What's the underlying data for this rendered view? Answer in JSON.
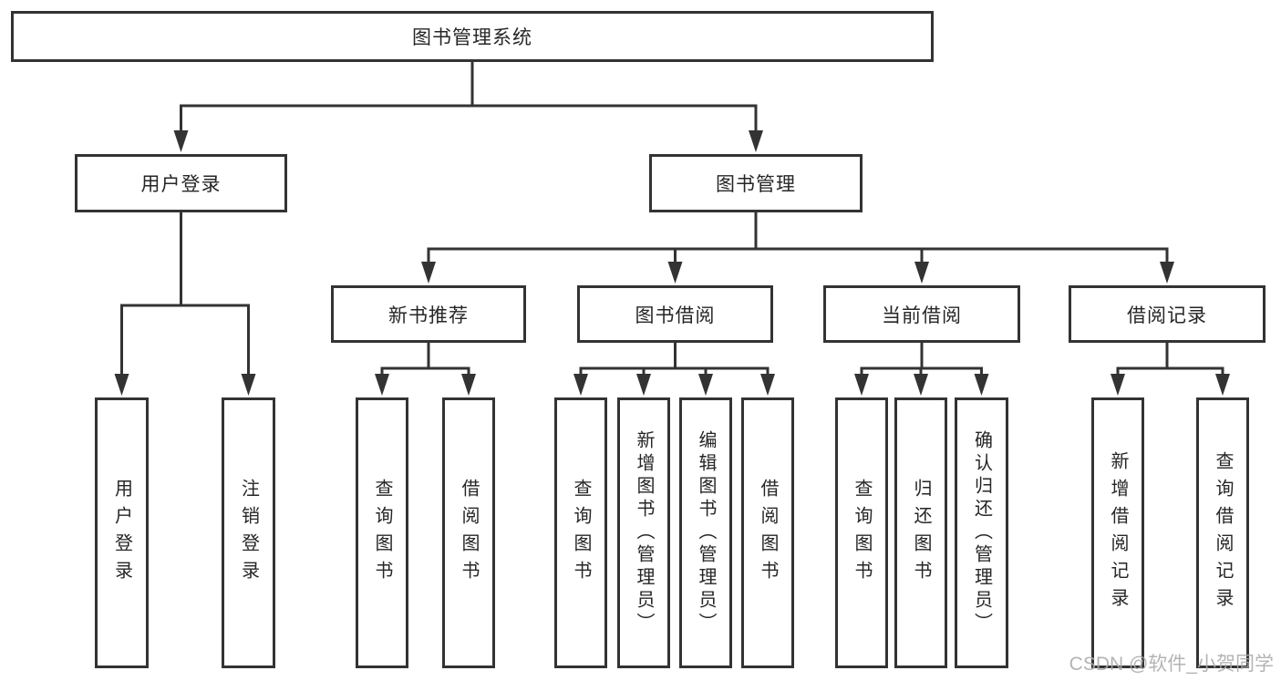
{
  "colors": {
    "line": "#333333",
    "text": "#262626",
    "watermark": "#aaaaaa",
    "background": "#ffffff"
  },
  "tree": {
    "root": {
      "label": "图书管理系统",
      "children": [
        {
          "label": "用户登录",
          "children": [
            {
              "label": "用户登录"
            },
            {
              "label": "注销登录"
            }
          ]
        },
        {
          "label": "图书管理",
          "children": [
            {
              "label": "新书推荐",
              "children": [
                {
                  "label": "查询图书"
                },
                {
                  "label": "借阅图书"
                }
              ]
            },
            {
              "label": "图书借阅",
              "children": [
                {
                  "label": "查询图书"
                },
                {
                  "label": "新增图书（管理员）"
                },
                {
                  "label": "编辑图书（管理员）"
                },
                {
                  "label": "借阅图书"
                }
              ]
            },
            {
              "label": "当前借阅",
              "children": [
                {
                  "label": "查询图书"
                },
                {
                  "label": "归还图书"
                },
                {
                  "label": "确认归还（管理员）"
                }
              ]
            },
            {
              "label": "借阅记录",
              "children": [
                {
                  "label": "新增借阅记录"
                },
                {
                  "label": "查询借阅记录"
                }
              ]
            }
          ]
        }
      ]
    }
  },
  "watermark": {
    "text": "CSDN @软件_小贺同学"
  }
}
